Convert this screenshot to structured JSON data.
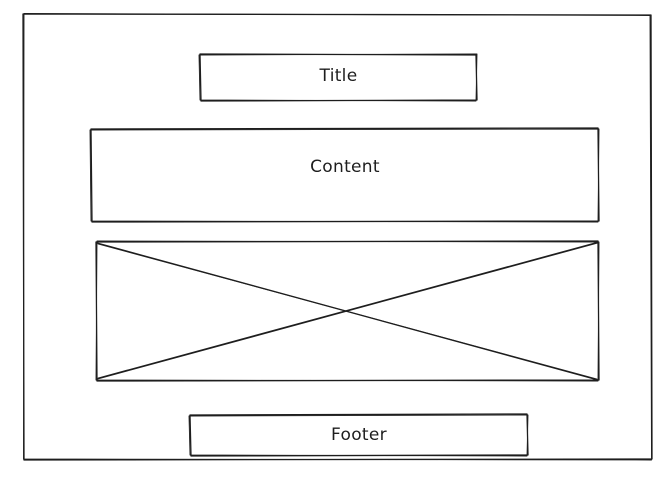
{
  "wireframe": {
    "title_label": "Title",
    "content_label": "Content",
    "footer_label": "Footer",
    "stroke_color": "#1e1e1e",
    "background_color": "#ffffff"
  }
}
